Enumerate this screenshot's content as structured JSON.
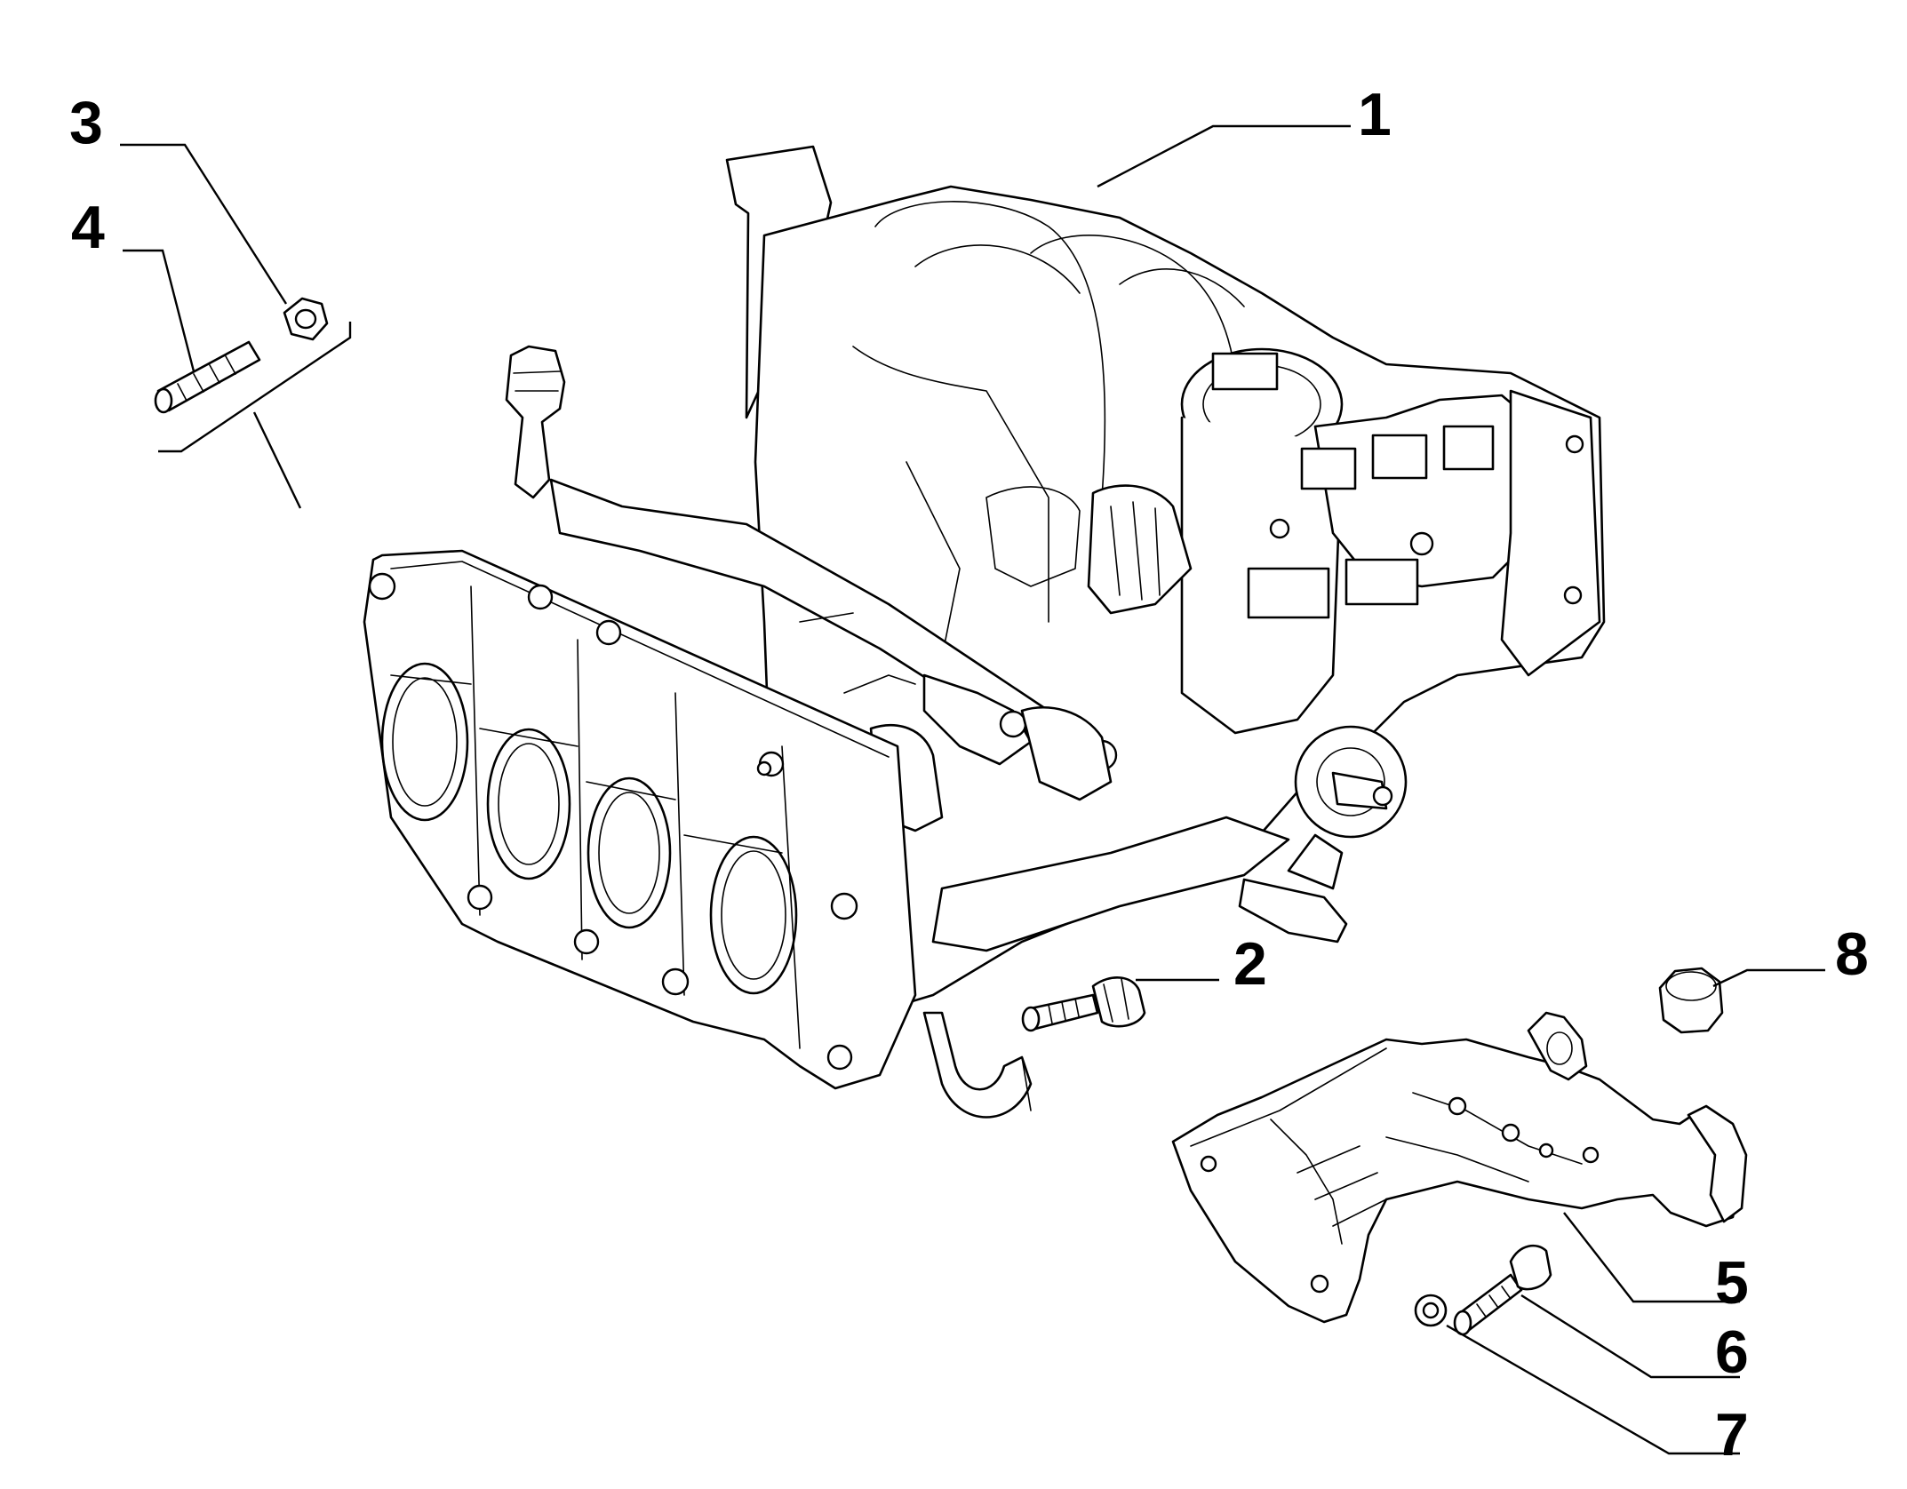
{
  "diagram": {
    "callouts": [
      {
        "id": "1",
        "label": "1"
      },
      {
        "id": "2",
        "label": "2"
      },
      {
        "id": "3",
        "label": "3"
      },
      {
        "id": "4",
        "label": "4"
      },
      {
        "id": "5",
        "label": "5"
      },
      {
        "id": "6",
        "label": "6"
      },
      {
        "id": "7",
        "label": "7"
      },
      {
        "id": "8",
        "label": "8"
      }
    ]
  },
  "colors": {
    "line": "#000000",
    "background": "#ffffff"
  }
}
